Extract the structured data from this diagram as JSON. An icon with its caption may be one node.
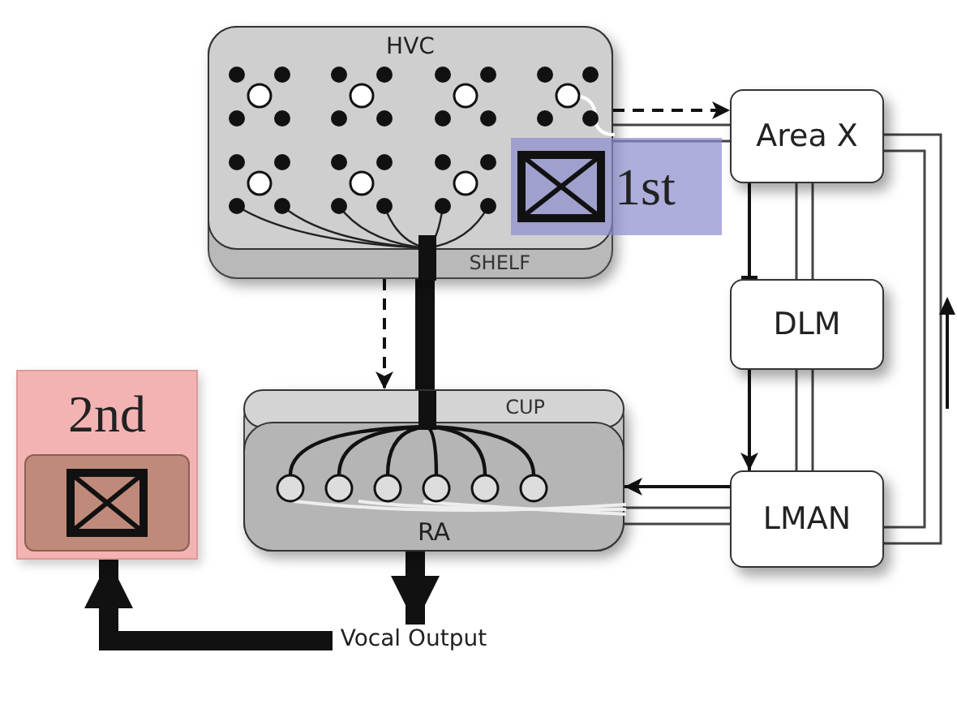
{
  "diagram": {
    "nodes": [
      {
        "text": [
          "HVC",
          "SHELF"
        ]
      },
      {
        "text": [
          "1st"
        ]
      },
      {
        "text": [
          "Area X"
        ]
      },
      {
        "text": [
          "DLM"
        ]
      },
      {
        "text": [
          "2nd"
        ]
      },
      {
        "text": [
          "CUP",
          "RA"
        ]
      },
      {
        "text": [
          "LMAN"
        ]
      },
      {
        "text": [
          "Vocal Output"
        ]
      }
    ],
    "edges": [
      {
        "from": 0,
        "to": 2,
        "arrow": "to",
        "style": "dashed"
      },
      {
        "from": 0,
        "to": 2,
        "arrow": "none"
      },
      {
        "from": 2,
        "to": 3,
        "arrow": "other"
      },
      {
        "from": 2,
        "to": 3,
        "arrow": "none"
      },
      {
        "from": 3,
        "to": 6,
        "arrow": "to"
      },
      {
        "from": 3,
        "to": 6,
        "arrow": "none"
      },
      {
        "from": 6,
        "to": 5,
        "arrow": "to"
      },
      {
        "from": 6,
        "to": 5,
        "arrow": "none"
      },
      {
        "from": 6,
        "to": 2,
        "arrow": "none"
      },
      {
        "from": 0,
        "to": 5,
        "arrow": "none",
        "style": "thick"
      },
      {
        "from": 0,
        "to": 5,
        "arrow": "to",
        "style": "dashed"
      },
      {
        "from": 5,
        "to": 7,
        "arrow": "to",
        "style": "thick"
      },
      {
        "from": 7,
        "to": 4,
        "arrow": "to",
        "style": "thick"
      }
    ]
  }
}
